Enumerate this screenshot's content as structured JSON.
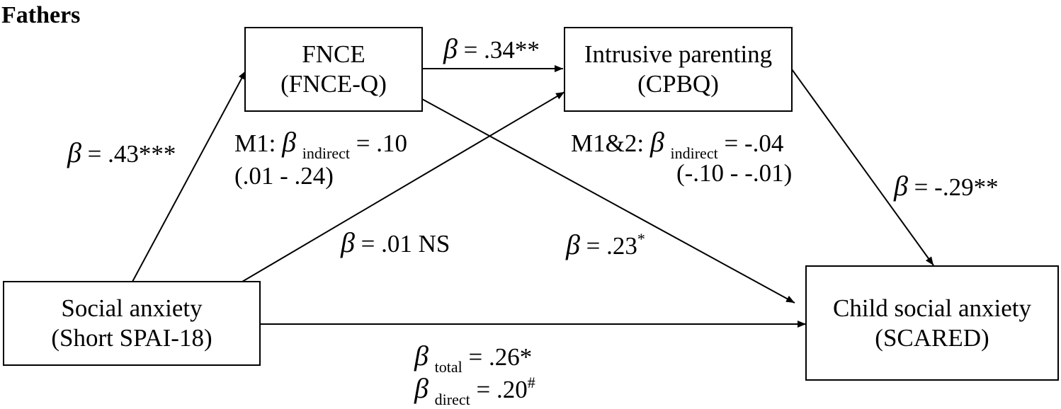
{
  "title": "Fathers",
  "nodes": {
    "fnce": {
      "line1": "FNCE",
      "line2": "(FNCE-Q)"
    },
    "intrusive": {
      "line1": "Intrusive parenting",
      "line2": "(CPBQ)"
    },
    "social": {
      "line1": "Social anxiety",
      "line2": "(Short SPAI-18)"
    },
    "child": {
      "line1": "Child social anxiety",
      "line2": "(SCARED)"
    }
  },
  "beta_symbol": "β",
  "labels": {
    "fnce_to_intrusive": {
      "value": "= .34**"
    },
    "social_to_fnce": {
      "value": "= .43***"
    },
    "social_to_intrusive": {
      "value": "= .01 NS"
    },
    "fnce_to_child": {
      "value": "= .23",
      "mark": "*"
    },
    "intrusive_to_child": {
      "value": "= -.29**"
    },
    "m1": {
      "prefix": "M1:",
      "sub": "indirect",
      "value": "= .10",
      "ci": "(.01 - .24)"
    },
    "m12": {
      "prefix": "M1&2:",
      "sub": "indirect",
      "value": "= -.04",
      "ci": "(-.10 - -.01)"
    },
    "total": {
      "sub": "total",
      "value": "= .26*"
    },
    "direct": {
      "sub": "direct",
      "value": "= .20",
      "mark": "#"
    }
  }
}
